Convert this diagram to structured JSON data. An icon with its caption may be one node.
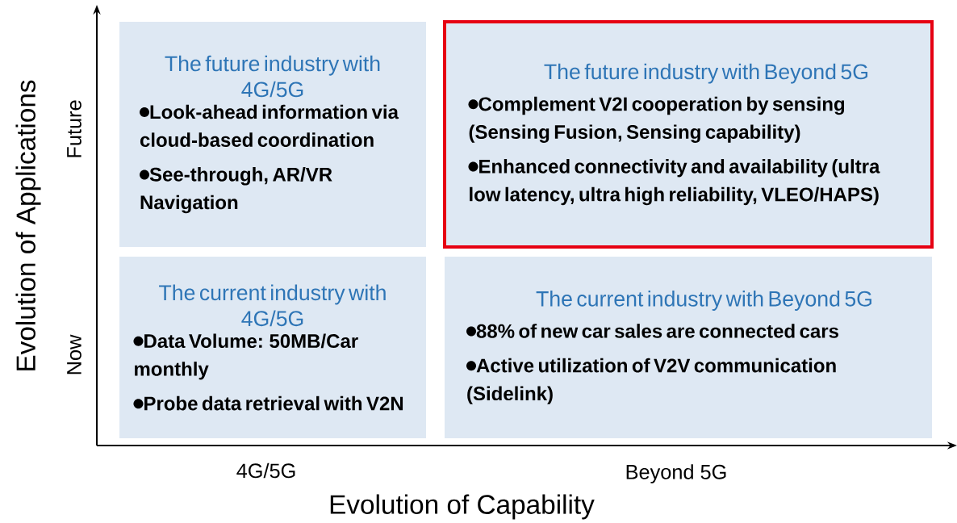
{
  "diagram": {
    "nodes": [
      {
        "text": [
          "The future industry with 4G/5G",
          "Look-ahead information via cloud-based coordination",
          "See-through, AR/VR Navigation"
        ]
      },
      {
        "text": [
          "The future industry with Beyond 5G",
          "Complement V2I cooperation by sensing (Sensing Fusion, Sensing capability)",
          "Enhanced connectivity and availability (ultra low latency, ultra high reliability, VLEO/HAPS)"
        ]
      },
      {
        "text": [
          "The current industry with 4G/5G",
          "Data Volume: 50MB/Car monthly",
          "Probe data retrieval with V2N"
        ]
      },
      {
        "text": [
          "The current industry with Beyond 5G",
          "88% of new car sales are connected cars",
          "Active utilization of V2V communication (Sidelink)"
        ]
      }
    ],
    "labels": [
      "Evolution of Applications",
      "Future",
      "Now",
      "4G/5G",
      "Beyond 5G",
      "Evolution of Capability"
    ]
  }
}
